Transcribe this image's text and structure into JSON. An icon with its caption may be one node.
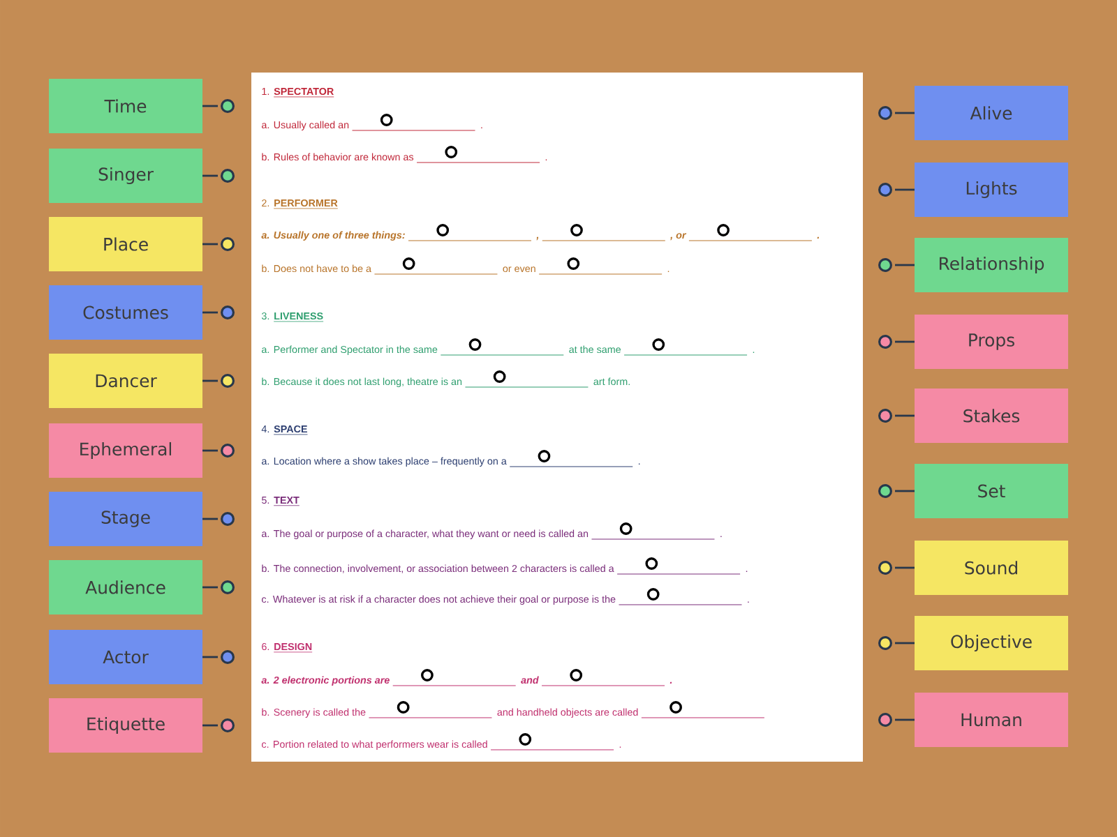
{
  "diagram": {
    "nodes": [
      {
        "text": [
          "Time"
        ]
      },
      {
        "text": [
          "Singer"
        ]
      },
      {
        "text": [
          "Place"
        ]
      },
      {
        "text": [
          "Costumes"
        ]
      },
      {
        "text": [
          "Dancer"
        ]
      },
      {
        "text": [
          "Ephemeral"
        ]
      },
      {
        "text": [
          "Stage"
        ]
      },
      {
        "text": [
          "Audience"
        ]
      },
      {
        "text": [
          "Actor"
        ]
      },
      {
        "text": [
          "Etiquette"
        ]
      },
      {
        "text": [
          "Alive"
        ]
      },
      {
        "text": [
          "Lights"
        ]
      },
      {
        "text": [
          "Relationship"
        ]
      },
      {
        "text": [
          "Props"
        ]
      },
      {
        "text": [
          "Stakes"
        ]
      },
      {
        "text": [
          "Set"
        ]
      },
      {
        "text": [
          "Sound"
        ]
      },
      {
        "text": [
          "Objective"
        ]
      },
      {
        "text": [
          "Human"
        ]
      }
    ],
    "labels": [
      "1.",
      "SPECTATOR",
      "a. Usually called an",
      ".",
      "b. Rules of behavior are known as",
      ".",
      "2.",
      "PERFORMER",
      "a. Usually one of three things:",
      ",",
      ", or",
      ".",
      "b. Does not have to be a",
      "or even",
      ".",
      "3.",
      "LIVENESS",
      "a. Performer and Spectator in the same",
      "at the same",
      ".",
      "b. Because it does not last long, theatre is an",
      "art form.",
      "4.",
      "SPACE",
      "a. Location where a show takes place – frequently on a",
      ".",
      "5.",
      "TEXT",
      "a. The goal or purpose of a character, what they want or need is called an",
      ".",
      "b. The connection, involvement, or association between 2 characters is called a",
      ".",
      "c. Whatever is at risk if a character does not achieve their goal or purpose is the",
      ".",
      "6.",
      "DESIGN",
      "a. 2 electronic portions are",
      "and",
      ".",
      "b. Scenery is called the",
      "and handheld objects are called",
      "c. Portion related to what performers wear is called",
      "."
    ]
  }
}
